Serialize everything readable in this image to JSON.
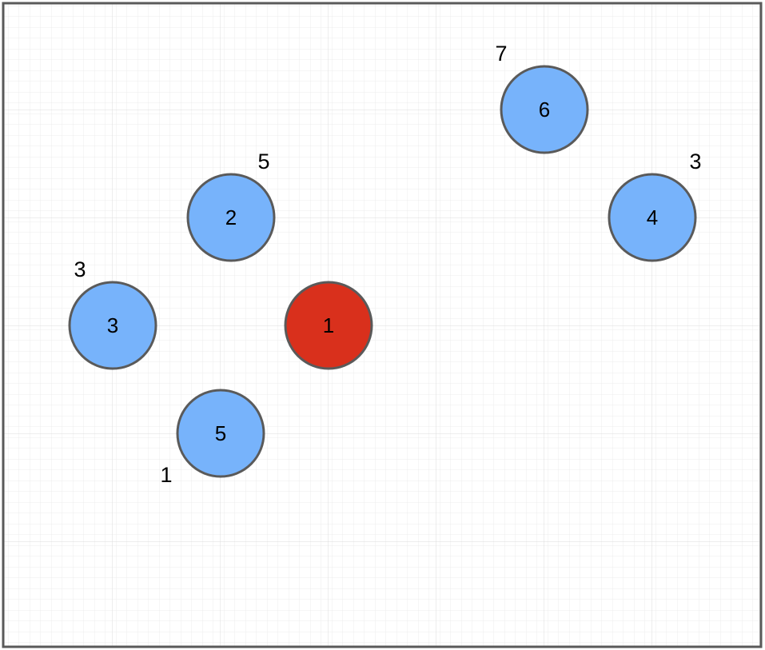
{
  "colors": {
    "background": "#ffffff",
    "grid_minor": "#ececec",
    "grid_major": "#dcdcdc",
    "frame": "#5a5a5a",
    "node_default_fill": "#77b3fb",
    "node_highlight_fill": "#d9301c",
    "node_stroke": "#5a5a5a"
  },
  "nodes": [
    {
      "id": "1",
      "label": "1",
      "weight": "",
      "highlighted": true
    },
    {
      "id": "2",
      "label": "2",
      "weight": "5",
      "highlighted": false
    },
    {
      "id": "3",
      "label": "3",
      "weight": "3",
      "highlighted": false
    },
    {
      "id": "4",
      "label": "4",
      "weight": "3",
      "highlighted": false
    },
    {
      "id": "5",
      "label": "5",
      "weight": "1",
      "highlighted": false
    },
    {
      "id": "6",
      "label": "6",
      "weight": "7",
      "highlighted": false
    }
  ]
}
